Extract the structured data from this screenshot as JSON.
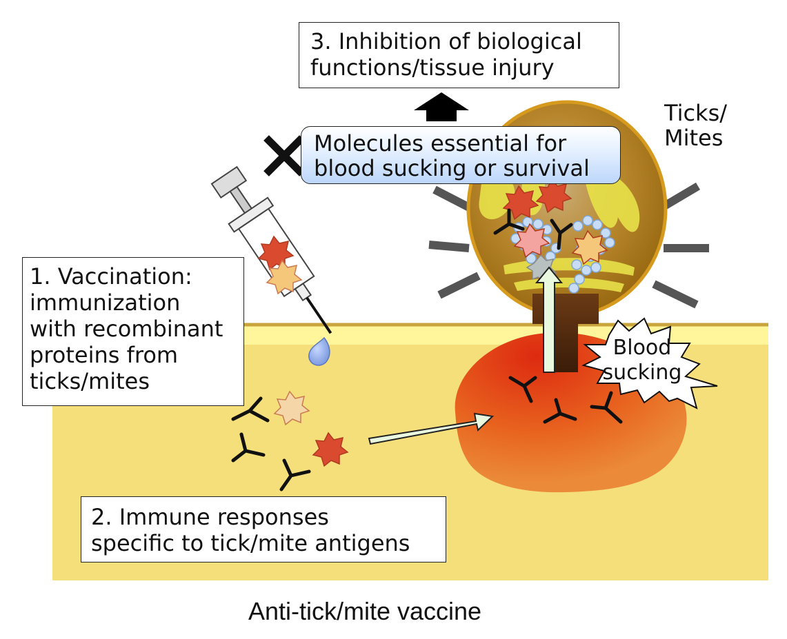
{
  "title": "Anti-tick/mite vaccine",
  "step1": {
    "lines": [
      "1. Vaccination:",
      "immunization",
      "with recombinant",
      "proteins from",
      "ticks/mites"
    ]
  },
  "step2": {
    "lines": [
      "2. Immune responses",
      "specific to tick/mite antigens"
    ]
  },
  "step3": {
    "lines": [
      "3. Inhibition of biological",
      "functions/tissue injury"
    ]
  },
  "molecules": {
    "lines": [
      "Molecules essential for",
      "blood sucking or survival"
    ]
  },
  "organism": {
    "lines": [
      "Ticks/",
      "Mites"
    ]
  },
  "blood": {
    "lines": [
      "Blood",
      "sucking"
    ]
  },
  "colors": {
    "skin": "#f5df7a",
    "skin_top": "#fff59a",
    "blood": "#e8641f",
    "tick_body": "#c9922d",
    "antigen_red": "#d94a2f",
    "antigen_light": "#f5c77a",
    "arrow_fill": "#e8f9df"
  }
}
